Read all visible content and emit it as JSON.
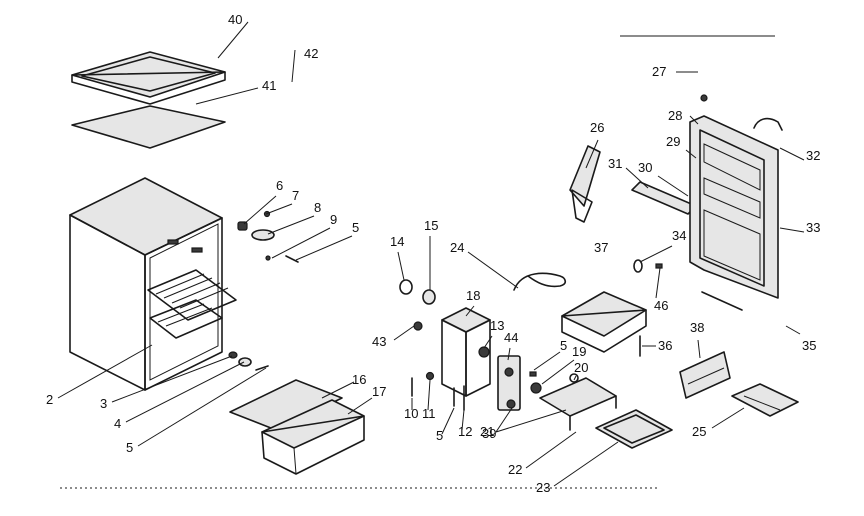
{
  "diagram": {
    "callouts": [
      {
        "label": "40"
      },
      {
        "label": "41"
      },
      {
        "label": "42"
      },
      {
        "label": "2"
      },
      {
        "label": "3"
      },
      {
        "label": "4"
      },
      {
        "label": "5"
      },
      {
        "label": "6"
      },
      {
        "label": "7"
      },
      {
        "label": "8"
      },
      {
        "label": "9"
      },
      {
        "label": "5"
      },
      {
        "label": "16"
      },
      {
        "label": "17"
      },
      {
        "label": "14"
      },
      {
        "label": "15"
      },
      {
        "label": "24"
      },
      {
        "label": "43"
      },
      {
        "label": "18"
      },
      {
        "label": "13"
      },
      {
        "label": "44"
      },
      {
        "label": "5"
      },
      {
        "label": "19"
      },
      {
        "label": "20"
      },
      {
        "label": "10"
      },
      {
        "label": "11"
      },
      {
        "label": "5"
      },
      {
        "label": "12"
      },
      {
        "label": "39"
      },
      {
        "label": "21"
      },
      {
        "label": "22"
      },
      {
        "label": "23"
      },
      {
        "label": "26"
      },
      {
        "label": "27"
      },
      {
        "label": "28"
      },
      {
        "label": "29"
      },
      {
        "label": "31"
      },
      {
        "label": "30"
      },
      {
        "label": "32"
      },
      {
        "label": "33"
      },
      {
        "label": "37"
      },
      {
        "label": "34"
      },
      {
        "label": "46"
      },
      {
        "label": "36"
      },
      {
        "label": "38"
      },
      {
        "label": "35"
      },
      {
        "label": "25"
      }
    ]
  }
}
